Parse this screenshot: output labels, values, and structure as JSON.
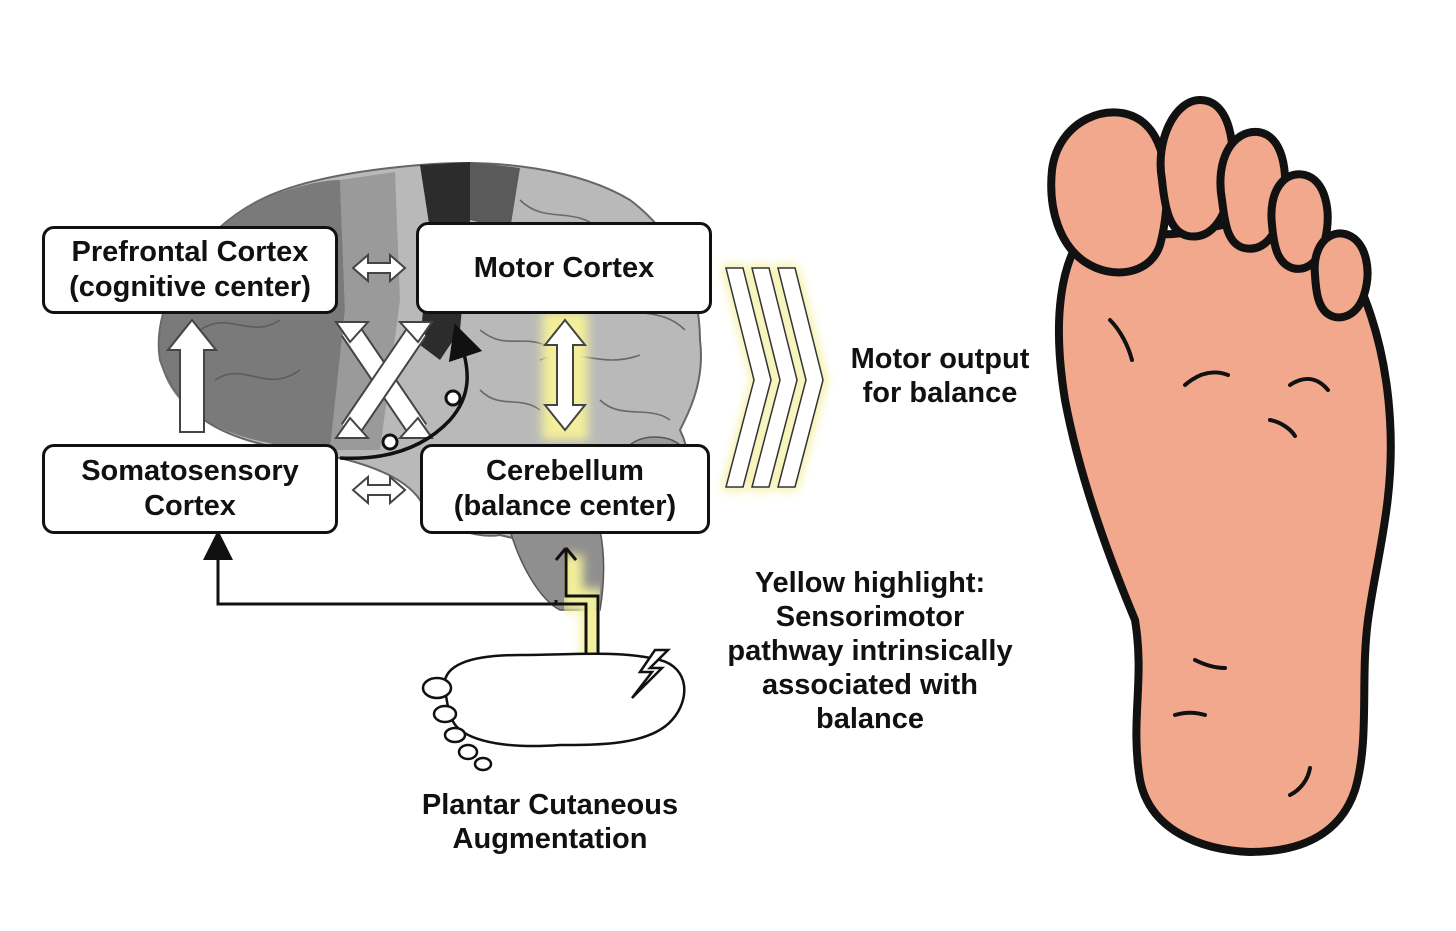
{
  "boxes": {
    "prefrontal": {
      "line1": "Prefrontal Cortex",
      "line2": "(cognitive center)"
    },
    "motor": {
      "line1": "Motor Cortex"
    },
    "somatosensory": {
      "line1": "Somatosensory",
      "line2": "Cortex"
    },
    "cerebellum": {
      "line1": "Cerebellum",
      "line2": "(balance center)"
    }
  },
  "labels": {
    "motor_output": [
      "Motor output",
      "for balance"
    ],
    "yellow_highlight": [
      "Yellow highlight:",
      "Sensorimotor",
      "pathway intrinsically",
      "associated with",
      "balance"
    ],
    "plantar": [
      "Plantar Cutaneous",
      "Augmentation"
    ]
  },
  "colors": {
    "highlight_yellow": "#f3ef9a",
    "skin": "#f2a88c",
    "outline": "#111111",
    "brain_light": "#b9b9b9",
    "brain_mid": "#8f8f8f",
    "brain_dark": "#5d5d5d"
  }
}
